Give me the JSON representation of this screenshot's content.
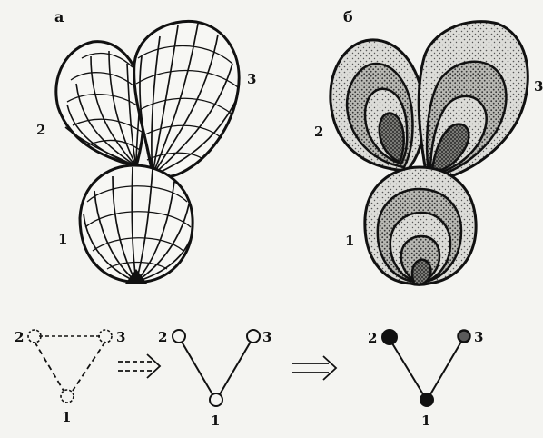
{
  "panels": {
    "a": {
      "letter": "a",
      "labels": {
        "one": "1",
        "two": "2",
        "three": "3"
      }
    },
    "b": {
      "letter": "б",
      "labels": {
        "one": "1",
        "two": "2",
        "three": "3"
      }
    }
  },
  "schemes": {
    "dashed": {
      "n1": "1",
      "n2": "2",
      "n3": "3"
    },
    "open": {
      "n1": "1",
      "n2": "2",
      "n3": "3"
    },
    "filled": {
      "n1": "1",
      "n2": "2",
      "n3": "3"
    }
  },
  "colors": {
    "ink": "#111111",
    "paper": "#f4f4f1",
    "shade_light": "#d6d6d2",
    "shade_mid": "#a9a9a5",
    "shade_dark": "#6e6e6a"
  }
}
